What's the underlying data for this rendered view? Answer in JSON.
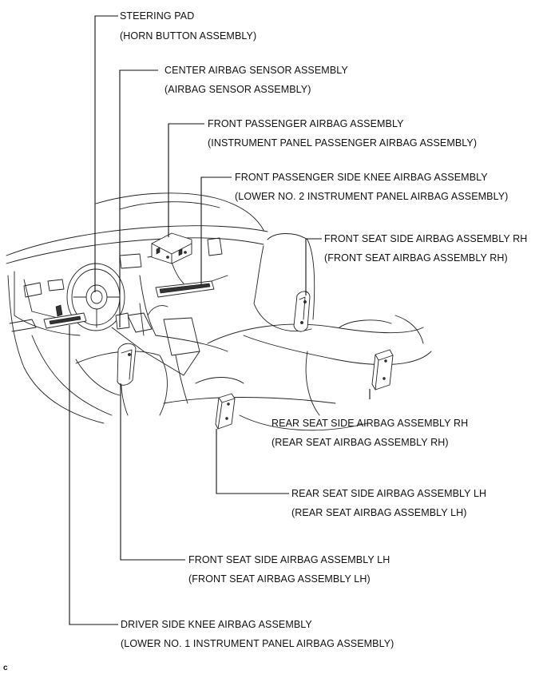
{
  "callouts": {
    "steering_pad": {
      "line1": "STEERING PAD",
      "line2": "(HORN BUTTON ASSEMBLY)"
    },
    "center_sensor": {
      "line1": "CENTER AIRBAG SENSOR ASSEMBLY",
      "line2": "(AIRBAG SENSOR ASSEMBLY)"
    },
    "front_passenger": {
      "line1": "FRONT PASSENGER AIRBAG ASSEMBLY",
      "line2": "(INSTRUMENT PANEL PASSENGER AIRBAG ASSEMBLY)"
    },
    "passenger_knee": {
      "line1": "FRONT PASSENGER SIDE  KNEE AIRBAG ASSEMBLY",
      "line2": "(LOWER NO. 2 INSTRUMENT PANEL AIRBAG ASSEMBLY)"
    },
    "front_seat_rh": {
      "line1": "FRONT SEAT SIDE AIRBAG ASSEMBLY RH",
      "line2": "(FRONT SEAT AIRBAG ASSEMBLY RH)"
    },
    "rear_seat_rh": {
      "line1": "REAR SEAT SIDE AIRBAG ASSEMBLY RH",
      "line2": "(REAR SEAT AIRBAG ASSEMBLY RH)"
    },
    "rear_seat_lh": {
      "line1": "REAR SEAT SIDE AIRBAG ASSEMBLY LH",
      "line2": "(REAR SEAT AIRBAG ASSEMBLY LH)"
    },
    "front_seat_lh": {
      "line1": "FRONT SEAT SIDE AIRBAG ASSEMBLY LH",
      "line2": "(FRONT SEAT AIRBAG ASSEMBLY LH)"
    },
    "driver_knee": {
      "line1": "DRIVER SIDE KNEE AIRBAG ASSEMBLY",
      "line2": "(LOWER NO. 1 INSTRUMENT PANEL AIRBAG ASSEMBLY)"
    }
  },
  "figure_code": "c"
}
